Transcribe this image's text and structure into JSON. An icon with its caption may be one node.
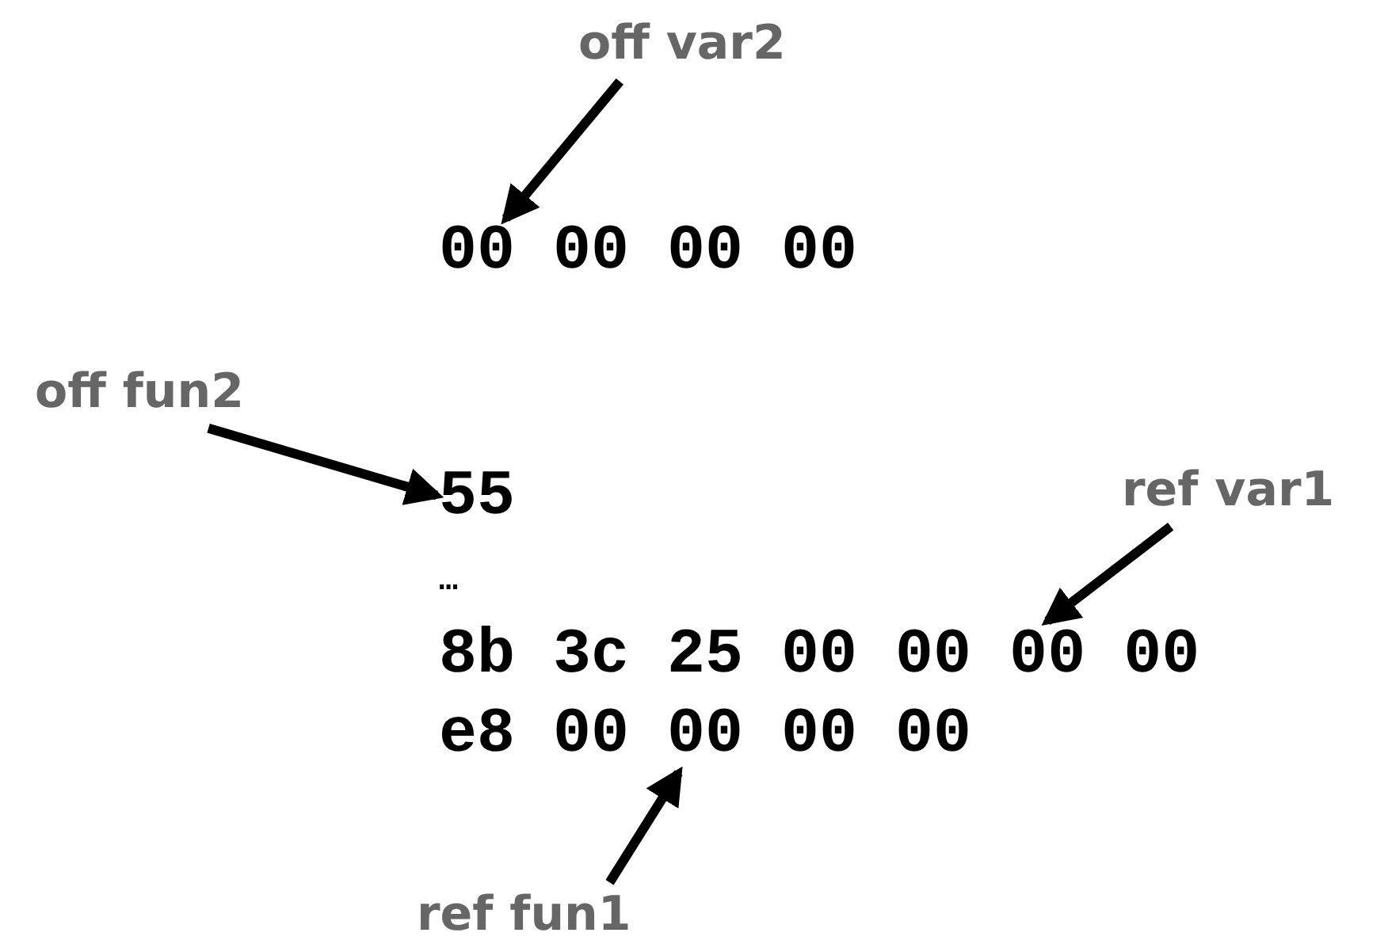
{
  "diagram": {
    "nodes": [
      {
        "text": [
          "off var2"
        ]
      },
      {
        "text": [
          "00 00 00 00"
        ]
      },
      {
        "text": [
          "off fun2"
        ]
      },
      {
        "text": [
          "55"
        ]
      },
      {
        "text": [
          "ref var1"
        ]
      },
      {
        "text": [
          "8b 3c 25 00 00 00 00"
        ]
      },
      {
        "text": [
          "e8 00 00 00 00"
        ]
      },
      {
        "text": [
          "ref fun1"
        ]
      }
    ],
    "edges": [
      {
        "from": 0,
        "to": 1,
        "arrow": "to"
      },
      {
        "from": 2,
        "to": 3,
        "arrow": "to"
      },
      {
        "from": 4,
        "to": 5,
        "arrow": "to"
      },
      {
        "from": 7,
        "to": 6,
        "arrow": "to"
      }
    ],
    "labels": [
      "…"
    ]
  }
}
